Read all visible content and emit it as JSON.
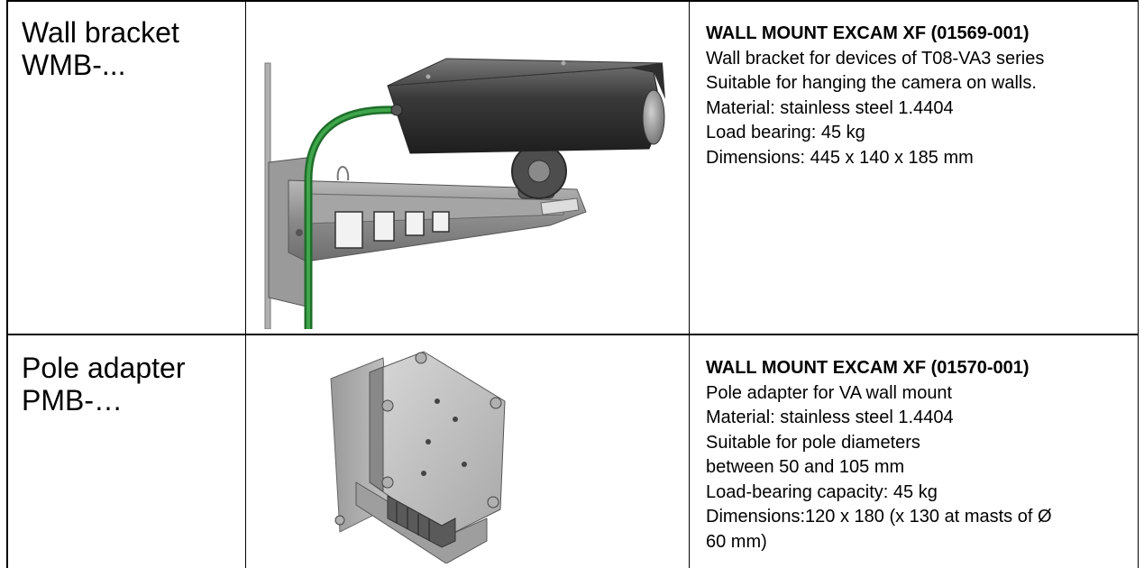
{
  "rows": [
    {
      "name_lines": [
        "Wall bracket",
        "WMB-..."
      ],
      "image_icon": "wall-bracket-camera-image",
      "title": "WALL MOUNT EXCAM XF (01569-001)",
      "lines": [
        "Wall bracket for devices of T08-VA3 series",
        "Suitable for hanging the camera on walls.",
        "Material: stainless steel 1.4404",
        "Load bearing: 45 kg",
        "Dimensions: 445 x 140 x 185 mm"
      ]
    },
    {
      "name_lines": [
        "Pole adapter",
        "PMB-…"
      ],
      "image_icon": "pole-adapter-image",
      "title": "WALL MOUNT EXCAM XF (01570-001)",
      "lines": [
        "Pole adapter for VA wall mount",
        "Material: stainless steel 1.4404",
        "Suitable for pole diameters",
        "between 50 and 105 mm",
        "Load-bearing capacity: 45 kg",
        "Dimensions:120 x 180 (x 130 at masts of Ø",
        "60 mm)"
      ]
    }
  ]
}
